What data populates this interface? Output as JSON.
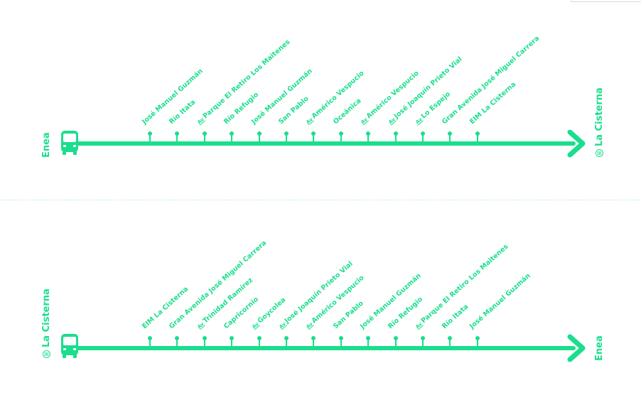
{
  "routes": [
    {
      "origin": "Enea",
      "destination": "La Cisterna",
      "origin_metro": false,
      "destination_metro": true,
      "stops": [
        {
          "prefix": "",
          "name": "José Manuel Guzmán"
        },
        {
          "prefix": "",
          "name": "Río Itata"
        },
        {
          "prefix": "Av",
          "name": "Parque El Retiro Los Maitenes"
        },
        {
          "prefix": "",
          "name": "Río Refugio"
        },
        {
          "prefix": "",
          "name": "José Manuel Guzmán"
        },
        {
          "prefix": "",
          "name": "San Pablo"
        },
        {
          "prefix": "Av",
          "name": "Américo Vespucio"
        },
        {
          "prefix": "",
          "name": "Oceánica"
        },
        {
          "prefix": "Av",
          "name": "Américo Vespucio"
        },
        {
          "prefix": "Av",
          "name": "José Joaquín Prieto Vial"
        },
        {
          "prefix": "Av",
          "name": "Lo Espejo"
        },
        {
          "prefix": "",
          "name": "Gran Avenida José Miguel Carrera"
        },
        {
          "prefix": "",
          "name": "EIM La Cisterna"
        }
      ]
    },
    {
      "origin": "La Cisterna",
      "destination": "Enea",
      "origin_metro": true,
      "destination_metro": false,
      "stops": [
        {
          "prefix": "",
          "name": "EIM La Cisterna"
        },
        {
          "prefix": "",
          "name": "Gran Avenida José Miguel Carrera"
        },
        {
          "prefix": "Av",
          "name": "Trinidad Ramírez"
        },
        {
          "prefix": "",
          "name": "Capricornio"
        },
        {
          "prefix": "Av",
          "name": "Goycolea"
        },
        {
          "prefix": "Av",
          "name": "José Joaquín Prieto Vial"
        },
        {
          "prefix": "Av",
          "name": "Américo Vespucio"
        },
        {
          "prefix": "",
          "name": "San Pablo"
        },
        {
          "prefix": "",
          "name": "José Manuel Guzmán"
        },
        {
          "prefix": "",
          "name": "Río Refugio"
        },
        {
          "prefix": "Av",
          "name": "Parque El Retiro Los Maitenes"
        },
        {
          "prefix": "",
          "name": "Río Itata"
        },
        {
          "prefix": "",
          "name": "José Manuel Guzmán"
        }
      ]
    }
  ],
  "colors": {
    "accent": "#1ade8c",
    "background": "#ffffff",
    "divider": "#c8ede0"
  },
  "icons": {
    "vehicle": "bus-icon",
    "metro": "metro-icon",
    "arrow": "arrow-right-icon"
  }
}
